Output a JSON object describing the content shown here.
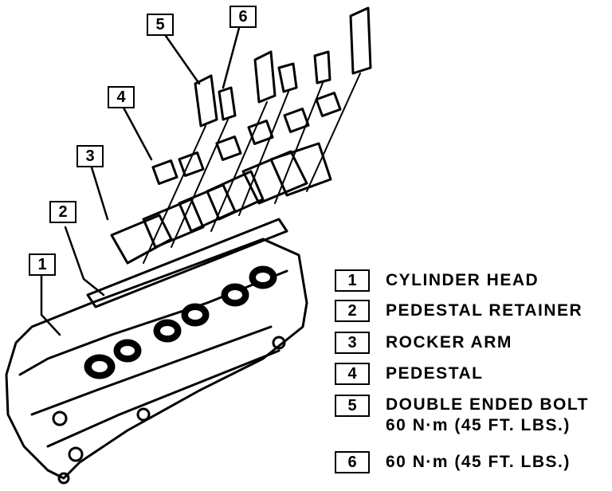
{
  "callouts": [
    {
      "id": "1"
    },
    {
      "id": "2"
    },
    {
      "id": "3"
    },
    {
      "id": "4"
    },
    {
      "id": "5"
    },
    {
      "id": "6"
    }
  ],
  "legend": [
    {
      "num": "1",
      "text": "CYLINDER HEAD"
    },
    {
      "num": "2",
      "text": "PEDESTAL RETAINER"
    },
    {
      "num": "3",
      "text": "ROCKER ARM"
    },
    {
      "num": "4",
      "text": "PEDESTAL"
    },
    {
      "num": "5",
      "text": "DOUBLE ENDED BOLT",
      "sub": "60 N·m (45 FT. LBS.)"
    },
    {
      "num": "6",
      "text": "60 N·m (45 FT. LBS.)"
    }
  ]
}
